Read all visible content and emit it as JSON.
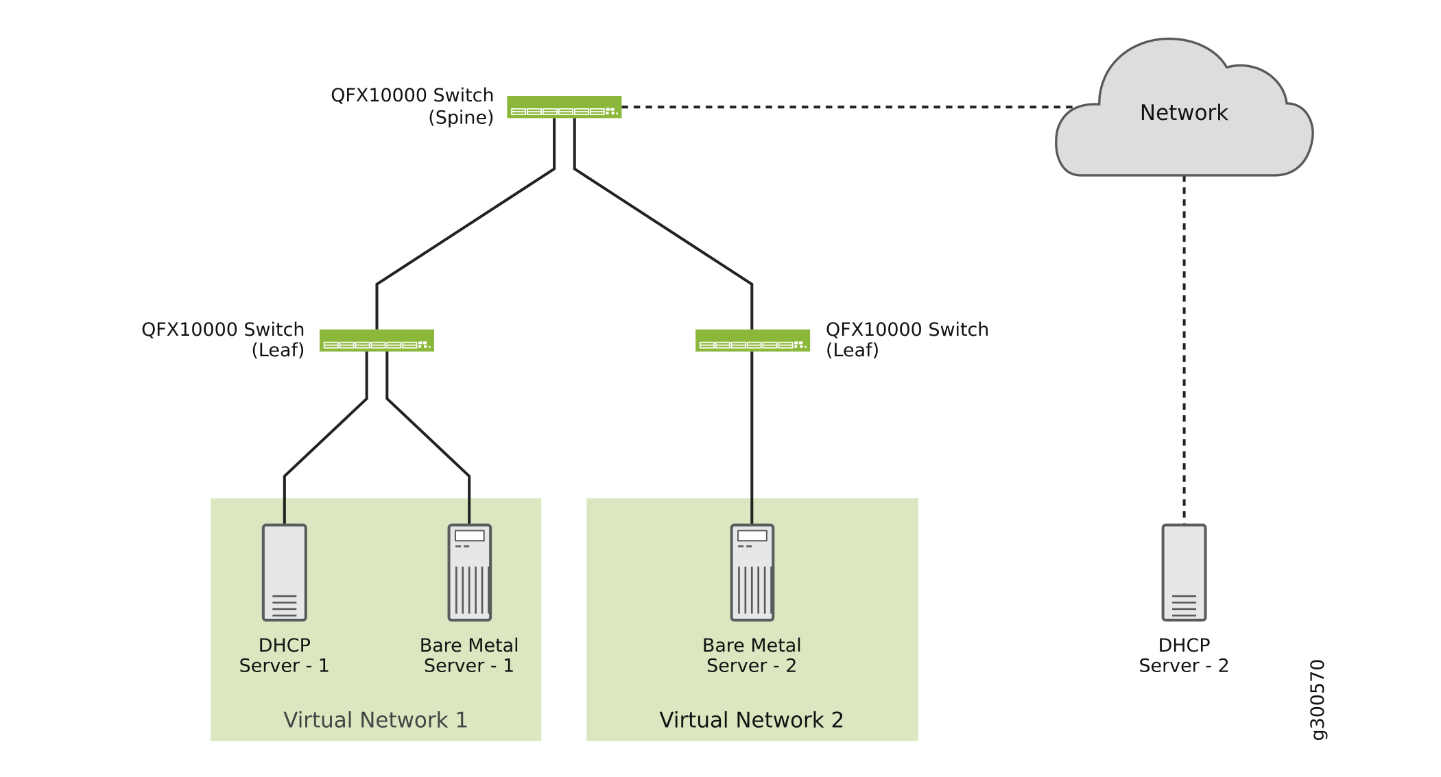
{
  "title": "QFX10000 Virtual Network DHCP Topology",
  "colors": {
    "switch": "#8bb83a",
    "virtual_network_bg": "#dbe7c0",
    "server_fill": "#e6e7e9",
    "cloud_fill": "#dcdddf",
    "line": "#222222"
  },
  "nodes": {
    "spine": {
      "line1": "QFX10000 Switch",
      "line2": "(Spine)",
      "icon": "switch-icon"
    },
    "leaf1": {
      "line1": "QFX10000 Switch",
      "line2": "(Leaf)",
      "icon": "switch-icon"
    },
    "leaf2": {
      "line1": "QFX10000 Switch",
      "line2": "(Leaf)",
      "icon": "switch-icon"
    },
    "network": {
      "label": "Network",
      "icon": "cloud-icon"
    },
    "dhcp1": {
      "line1": "DHCP",
      "line2": "Server - 1",
      "icon": "server-icon"
    },
    "bm1": {
      "line1": "Bare Metal",
      "line2": "Server - 1",
      "icon": "tower-server-icon"
    },
    "bm2": {
      "line1": "Bare Metal",
      "line2": "Server - 2",
      "icon": "tower-server-icon"
    },
    "dhcp2": {
      "line1": "DHCP",
      "line2": "Server - 2",
      "icon": "server-icon"
    }
  },
  "virtual_networks": [
    {
      "label": "Virtual Network 1"
    },
    {
      "label": "Virtual Network 2"
    }
  ],
  "figure_id": "g300570"
}
